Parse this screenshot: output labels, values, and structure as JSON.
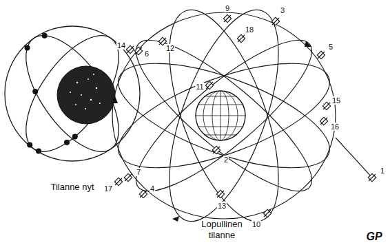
{
  "diagram": {
    "labels": [
      "9",
      "3",
      "18",
      "14",
      "6",
      "12",
      "5",
      "11",
      "15",
      "16",
      "7",
      "2",
      "17",
      "4",
      "13",
      "10",
      "1",
      "Tilanne nyt",
      "Lopullinen tilanne",
      "GP"
    ]
  }
}
